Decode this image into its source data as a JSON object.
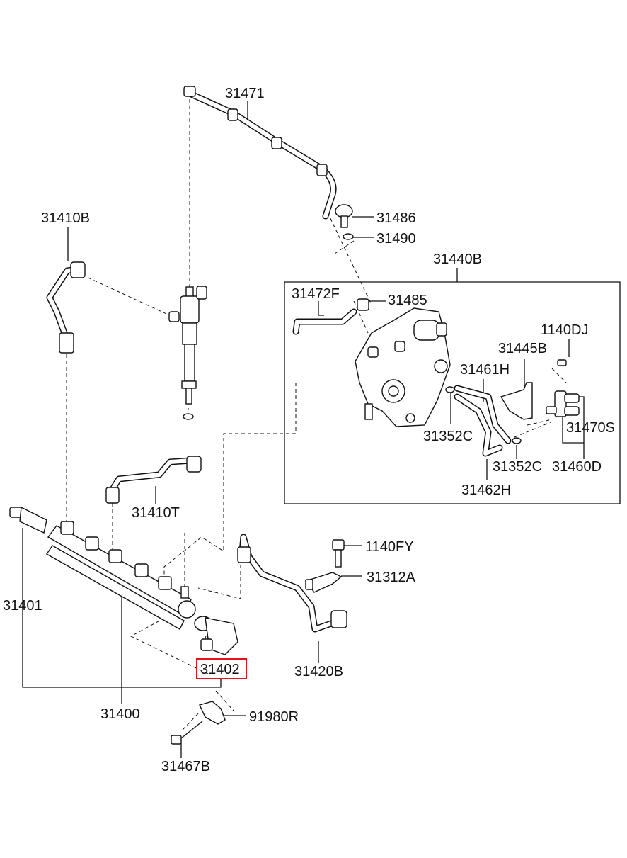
{
  "diagram": {
    "highlight_color": "#e8121a",
    "labels": {
      "l31471": "31471",
      "l31410B": "31410B",
      "l31486": "31486",
      "l31490": "31490",
      "l31440B": "31440B",
      "l31472F": "31472F",
      "l31485": "31485",
      "l1140DJ": "1140DJ",
      "l31445B": "31445B",
      "l31461H": "31461H",
      "l31352C_a": "31352C",
      "l31470S": "31470S",
      "l31352C_b": "31352C",
      "l31460D": "31460D",
      "l31462H": "31462H",
      "l31410T": "31410T",
      "l1140FY": "1140FY",
      "l31312A": "31312A",
      "l31401": "31401",
      "l31402": "31402",
      "l31420B": "31420B",
      "l31400": "31400",
      "l91980R": "91980R",
      "l31467B": "31467B"
    }
  }
}
